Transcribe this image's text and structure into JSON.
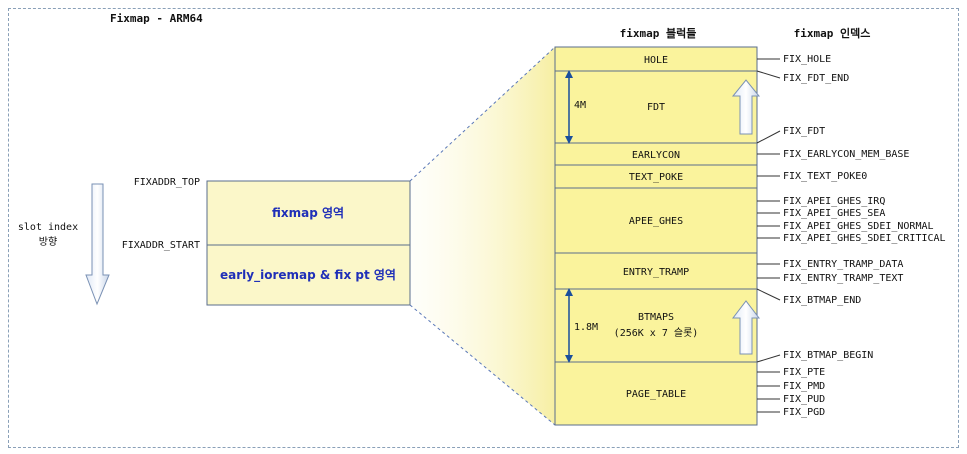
{
  "title": "Fixmap - ARM64",
  "headers": {
    "blocks": "fixmap 블럭들",
    "indices": "fixmap 인덱스"
  },
  "direction": {
    "line1": "slot index",
    "line2": "방향"
  },
  "addr_top": "FIXADDR_TOP",
  "addr_start": "FIXADDR_START",
  "regions": {
    "fixmap": "fixmap 영역",
    "early": "early_ioremap & fix pt 영역"
  },
  "blocks": {
    "hole": "HOLE",
    "fdt": "FDT",
    "fdt_size": "4M",
    "earlycon": "EARLYCON",
    "text_poke": "TEXT_POKE",
    "apei": "APEE_GHES",
    "entry_tramp": "ENTRY_TRAMP",
    "btmaps": "BTMAPS",
    "btmaps_sub": "(256K x 7 슬롯)",
    "btmaps_size": "1.8M",
    "page_table": "PAGE_TABLE"
  },
  "indices": [
    "FIX_HOLE",
    "FIX_FDT_END",
    "FIX_FDT",
    "FIX_EARLYCON_MEM_BASE",
    "FIX_TEXT_POKE0",
    "FIX_APEI_GHES_IRQ",
    "FIX_APEI_GHES_SEA",
    "FIX_APEI_GHES_SDEI_NORMAL",
    "FIX_APEI_GHES_SDEI_CRITICAL",
    "FIX_ENTRY_TRAMP_DATA",
    "FIX_ENTRY_TRAMP_TEXT",
    "FIX_BTMAP_END",
    "FIX_BTMAP_BEGIN",
    "FIX_PTE",
    "FIX_PMD",
    "FIX_PUD",
    "FIX_PGD"
  ],
  "colors": {
    "block_fill": "#faf39c",
    "region_fill": "#fbf7c9",
    "border": "#5a6d8c",
    "region_text": "#1f2fb8"
  }
}
